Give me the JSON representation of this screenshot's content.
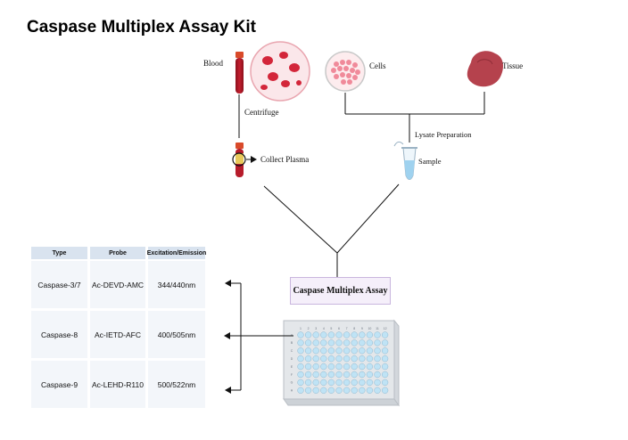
{
  "title": "Caspase Multiplex Assay Kit",
  "sources": {
    "blood": "Blood",
    "centrifuge": "Centrifuge",
    "collect_plasma": "Collect Plasma",
    "cells": "Cells",
    "tissue": "Tissue",
    "lysate_preparation": "Lysate Preparation",
    "sample": "Sample"
  },
  "assay_label": "Caspase Multiplex Assay",
  "plate": {
    "columns": [
      "1",
      "2",
      "3",
      "4",
      "5",
      "6",
      "7",
      "8",
      "9",
      "10",
      "11",
      "12"
    ],
    "rows": [
      "A",
      "B",
      "C",
      "D",
      "E",
      "F",
      "G",
      "H"
    ]
  },
  "table": {
    "headers": [
      "Type",
      "Probe",
      "Excitation/Emission"
    ],
    "rows": [
      [
        "Caspase-3/7",
        "Ac-DEVD-AMC",
        "344/440nm"
      ],
      [
        "Caspase-8",
        "Ac-IETD-AFC",
        "400/505nm"
      ],
      [
        "Caspase-9",
        "Ac-LEHD-R110",
        "500/522nm"
      ]
    ]
  },
  "colors": {
    "blood_red": "#b71c2b",
    "plasma_yellow": "#e8c95a",
    "cell_pink": "#f08a9a",
    "tissue_red": "#b5424d",
    "well_blue": "#bfe3f5",
    "plate_gray": "#e4e7ea",
    "table_header": "#d9e3ef",
    "assay_box": "#f5effa"
  }
}
